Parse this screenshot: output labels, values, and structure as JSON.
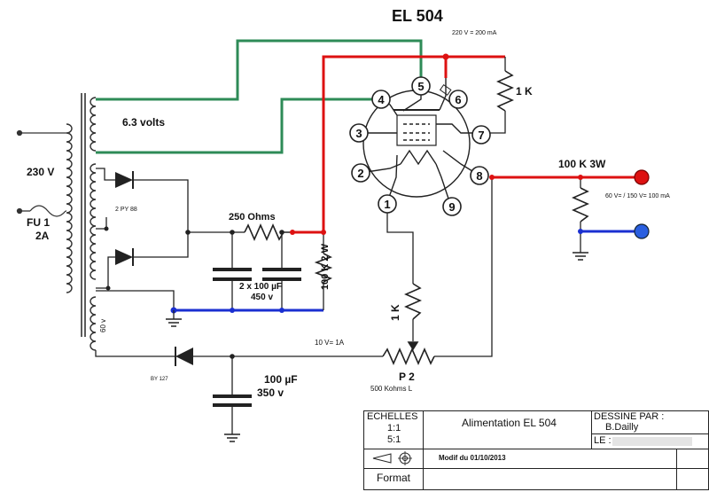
{
  "title": "EL 504",
  "labels": {
    "plate_supply": "220 V = 200 mA",
    "filament": "6.3 volts",
    "mains": "230 V",
    "fuse_ref": "FU 1",
    "fuse_rating": "2A",
    "diodes": "2 PY 88",
    "r_series": "250 Ohms",
    "caps_value": "2 x 100 µF",
    "caps_voltage": "450 v",
    "r_bleeder": "100 K  2 W",
    "winding_60v": "60 v",
    "bias_supply": "10 V= 1A",
    "diode_bias": "BY 127",
    "cap_bias_value": "100 µF",
    "cap_bias_voltage": "350 v",
    "r_1k_grid": "1 K",
    "pot_ref": "P 2",
    "pot_value": "500 Kohms L",
    "r_1k_screen": "1 K",
    "r_load": "100 K 3W",
    "output_voltage": "60 V= / 150 V= 100 mA",
    "pins": [
      "1",
      "2",
      "3",
      "4",
      "5",
      "6",
      "7",
      "8",
      "9"
    ]
  },
  "titleblock": {
    "scales_header": "ECHELLES",
    "scale_1": "1:1",
    "scale_2": "5:1",
    "drawing_title": "Alimentation  EL 504",
    "drawn_by_header": "DESSINE PAR :",
    "drawn_by": "B.Dailly",
    "date_label": "LE :",
    "modified": "Modif du 01/10/2013",
    "format_label": "Format"
  },
  "colors": {
    "plate_wire": "#dd1111",
    "filament_wire": "#2e8b57",
    "ground_wire": "#1a2fd1",
    "terminal_red": "#dd1111",
    "terminal_blue": "#2a5fe0"
  }
}
